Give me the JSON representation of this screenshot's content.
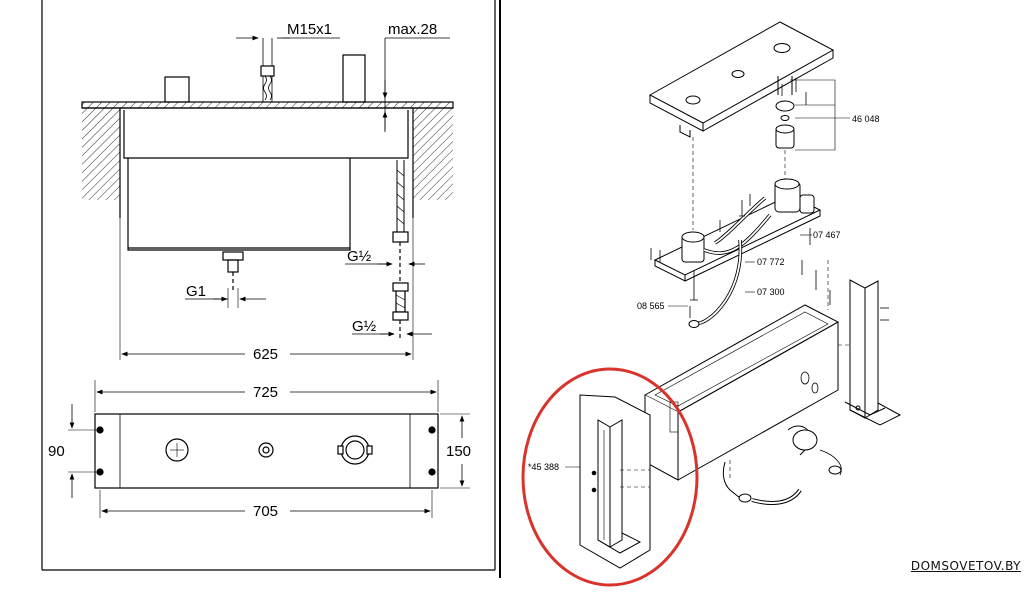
{
  "drawing": {
    "dimensions": {
      "thread": "M15x1",
      "max_depth": "max.28",
      "outlet_g1": "G1",
      "inlet_g1_2_upper": "G½",
      "inlet_g1_2_lower": "G½",
      "body_width": "625",
      "plate_width": "725",
      "hole_spacing": "705",
      "plate_height": "150",
      "inner_height": "90"
    },
    "parts": {
      "p1": "46 048",
      "p2": "07 467",
      "p3": "07 772",
      "p4": "07 300",
      "p5": "08 565",
      "p6": "*45 388"
    }
  },
  "watermark": "DOMSOVETOV.BY",
  "colors": {
    "line": "#000000",
    "highlight": "#d9342b"
  }
}
